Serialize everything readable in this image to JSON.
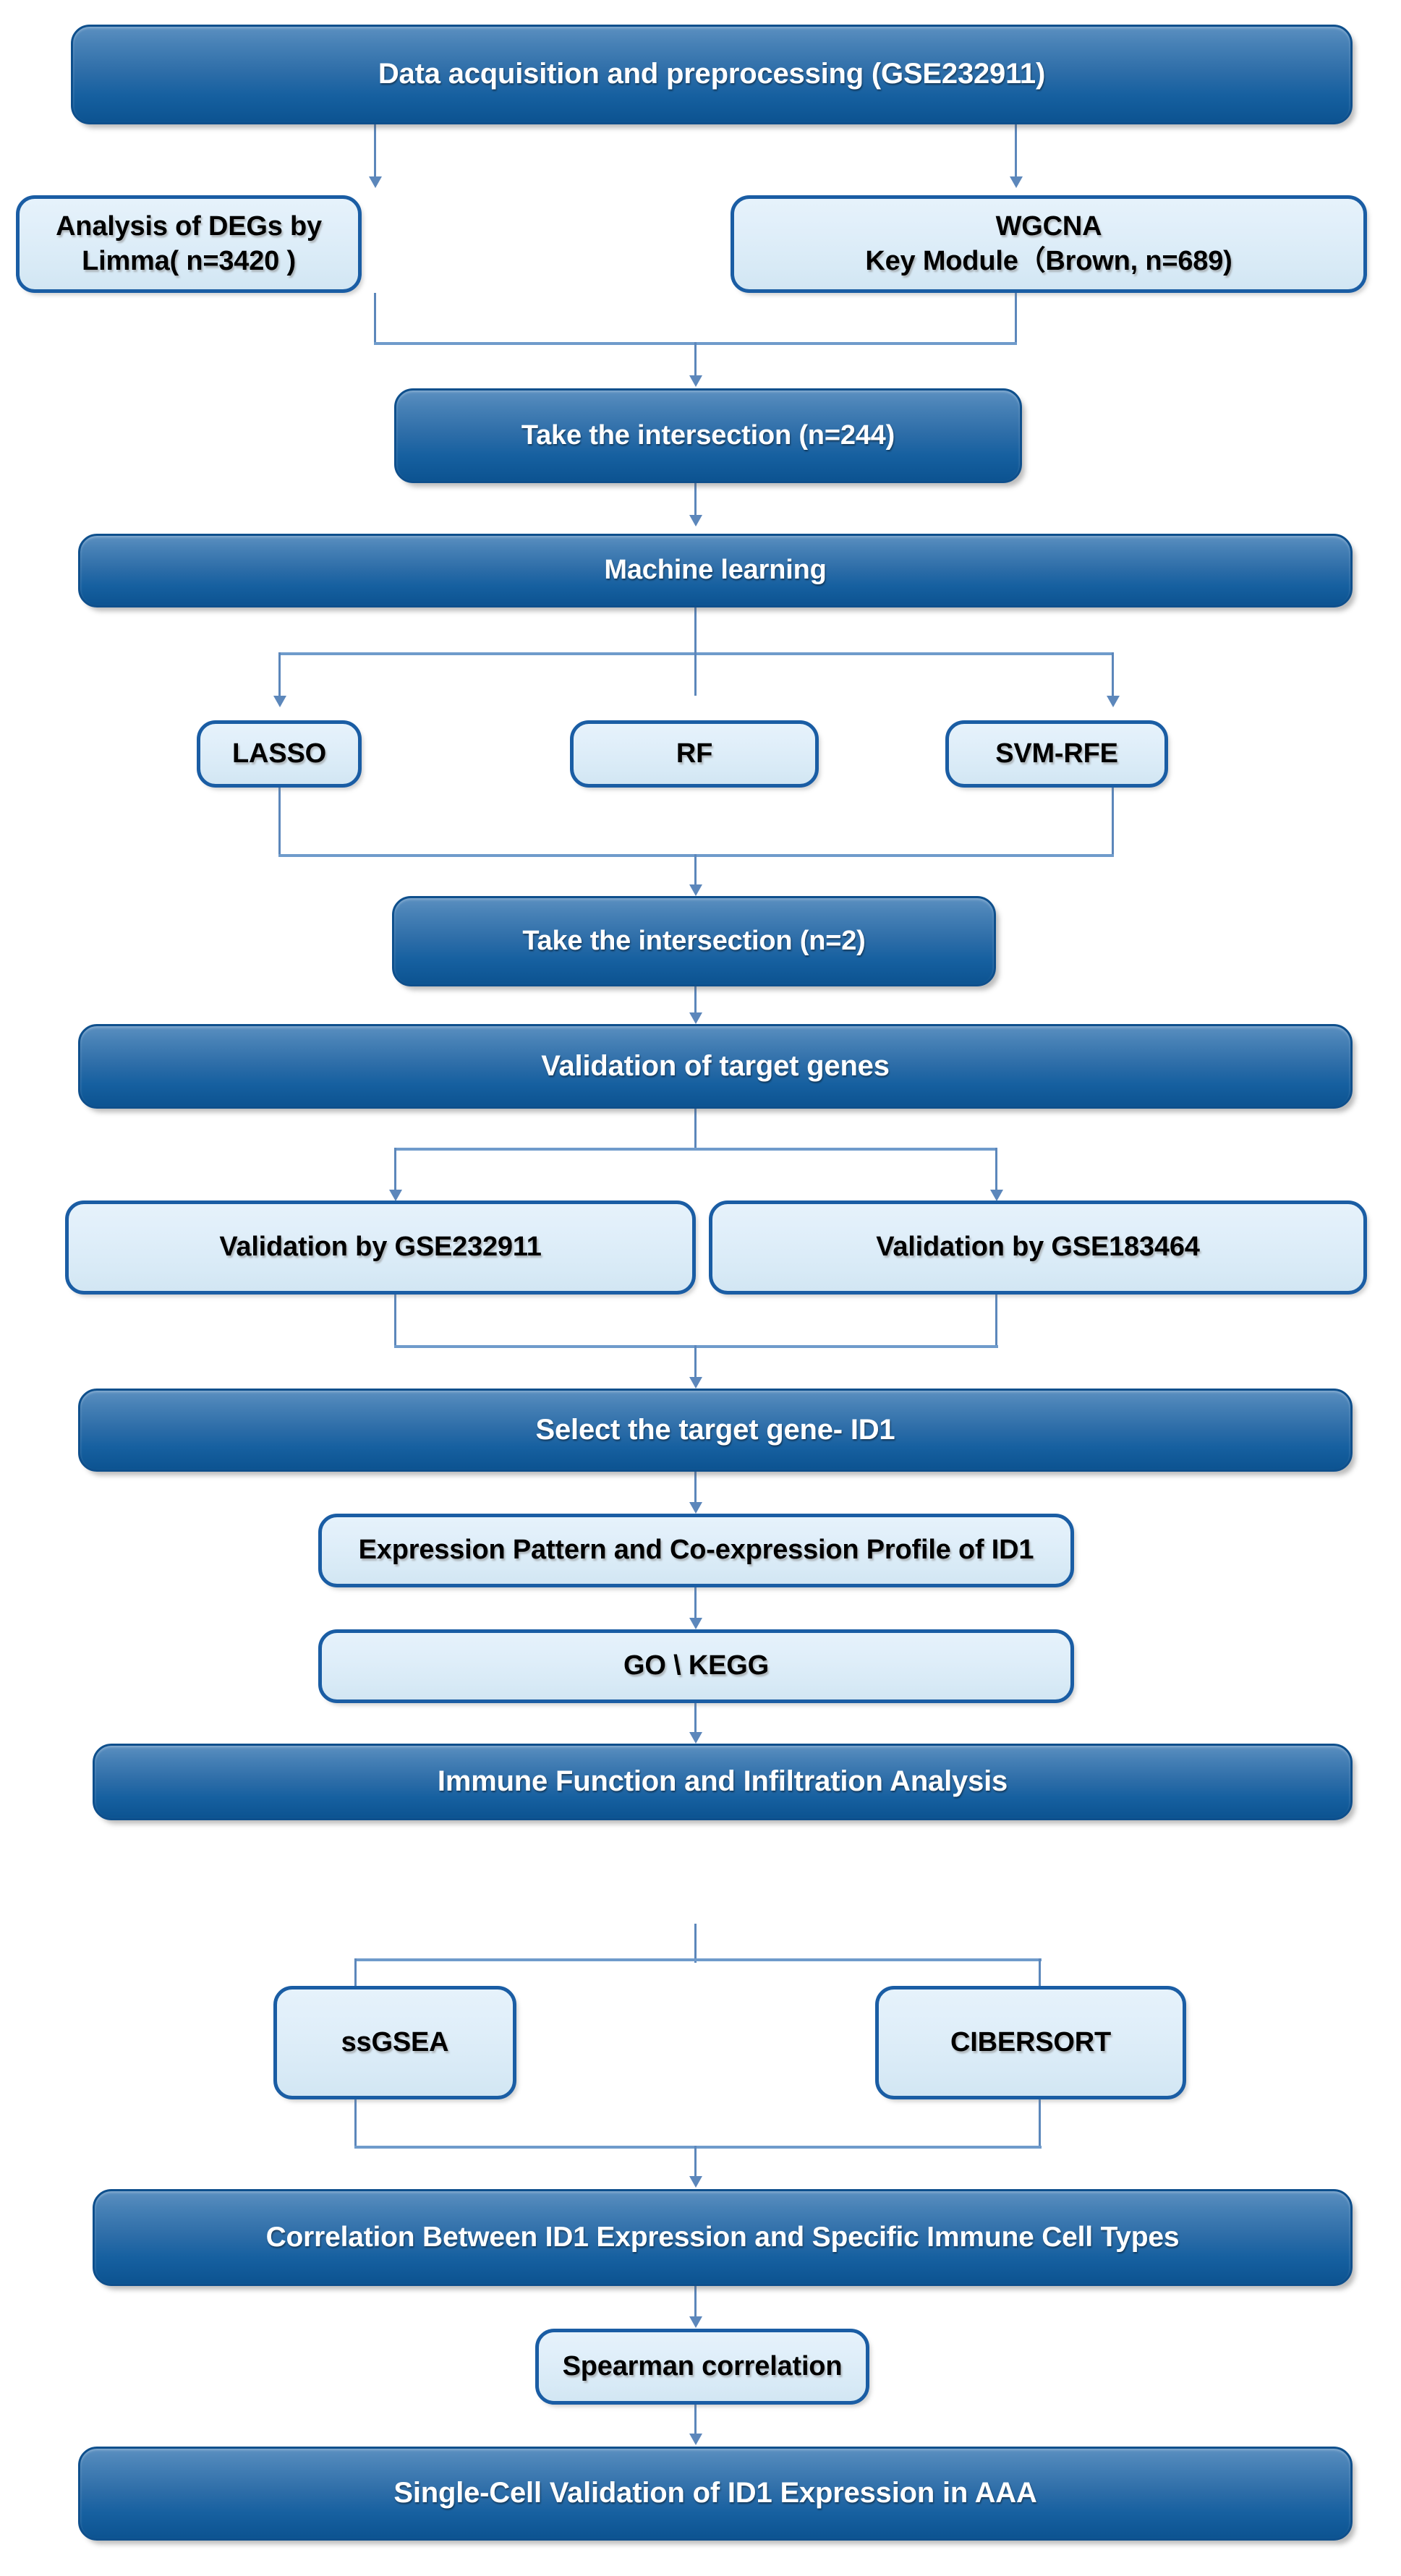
{
  "diagram": {
    "title": "Study workflow flowchart",
    "colors": {
      "primary_fill_top": "#5b8fc0",
      "primary_fill_bottom": "#0c5391",
      "primary_border": "#0e4f8c",
      "secondary_fill": "#dceaf6",
      "secondary_border": "#1a5da4",
      "connector": "#5c87bb",
      "background": "#ffffff"
    },
    "nodes": [
      {
        "id": "data-acquisition",
        "label": "Data acquisition and preprocessing (GSE232911)",
        "style": "primary"
      },
      {
        "id": "degs-limma",
        "label": "Analysis of DEGs by Limma( n=3420 )",
        "style": "secondary"
      },
      {
        "id": "wgcna",
        "label": "WGCNA\nKey Module（Brown, n=689)",
        "style": "secondary"
      },
      {
        "id": "intersection-244",
        "label": "Take the intersection (n=244)",
        "style": "primary"
      },
      {
        "id": "machine-learning",
        "label": "Machine learning",
        "style": "primary"
      },
      {
        "id": "lasso",
        "label": "LASSO",
        "style": "secondary"
      },
      {
        "id": "rf",
        "label": "RF",
        "style": "secondary"
      },
      {
        "id": "svm-rfe",
        "label": "SVM-RFE",
        "style": "secondary"
      },
      {
        "id": "intersection-2",
        "label": "Take the intersection (n=2)",
        "style": "primary"
      },
      {
        "id": "validation-target",
        "label": "Validation of target genes",
        "style": "primary"
      },
      {
        "id": "validation-gse232911",
        "label": "Validation by GSE232911",
        "style": "secondary"
      },
      {
        "id": "validation-gse183464",
        "label": "Validation by GSE183464",
        "style": "secondary"
      },
      {
        "id": "select-target-gene",
        "label": "Select the target gene- ID1",
        "style": "primary"
      },
      {
        "id": "expression-pattern",
        "label": "Expression Pattern and Co-expression Profile of ID1",
        "style": "secondary"
      },
      {
        "id": "go-kegg",
        "label": "GO \\ KEGG",
        "style": "secondary"
      },
      {
        "id": "immune-function",
        "label": "Immune Function and Infiltration Analysis",
        "style": "primary"
      },
      {
        "id": "ssgsea",
        "label": "ssGSEA",
        "style": "secondary"
      },
      {
        "id": "cibersort",
        "label": "CIBERSORT",
        "style": "secondary"
      },
      {
        "id": "correlation",
        "label": "Correlation Between ID1 Expression and Specific Immune Cell Types",
        "style": "primary"
      },
      {
        "id": "spearman",
        "label": "Spearman correlation",
        "style": "secondary"
      },
      {
        "id": "single-cell",
        "label": "Single-Cell Validation of ID1 Expression in AAA",
        "style": "primary"
      }
    ]
  }
}
